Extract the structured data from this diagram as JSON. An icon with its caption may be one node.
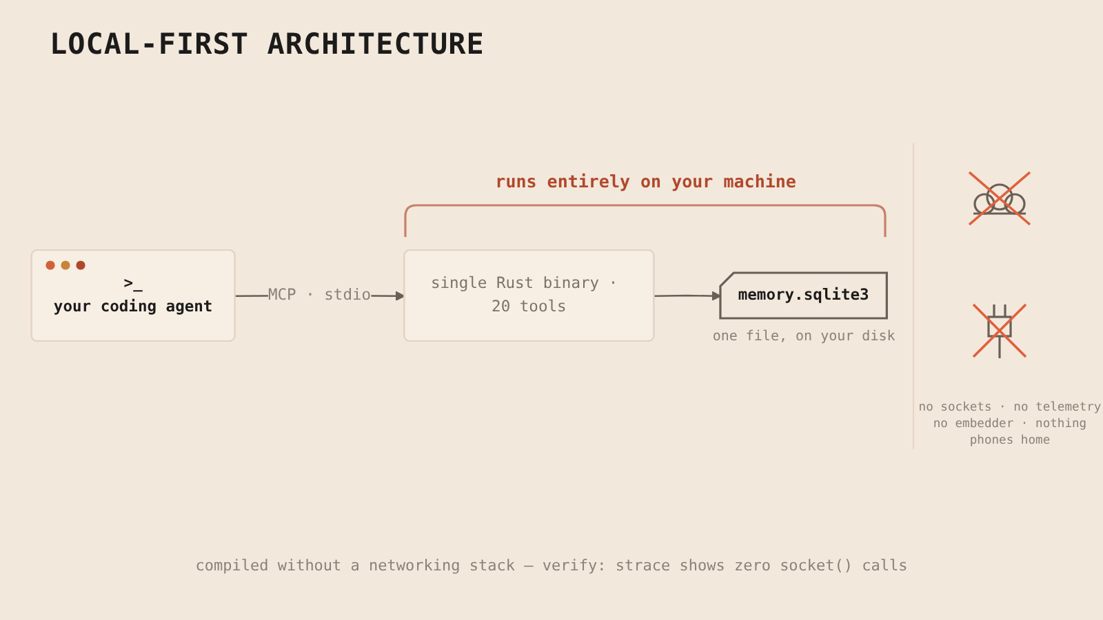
{
  "diagram": {
    "title": "LOCAL-FIRST ARCHITECTURE",
    "caption": "compiled without a networking stack — verify: strace shows zero socket() calls",
    "nodes": [
      {
        "text": [
          ">_",
          "your coding agent"
        ]
      },
      {
        "text": [
          "single Rust binary · 20 tools"
        ]
      },
      {
        "text": [
          "memory.sqlite3"
        ],
        "beside": [
          "one file, on your disk"
        ]
      }
    ],
    "edges": [
      {
        "from": 0,
        "to": 1,
        "arrow": "to",
        "label": "MCP · stdio"
      },
      {
        "from": 1,
        "to": 2,
        "arrow": "to"
      }
    ],
    "labels": [
      "runs entirely on your machine",
      "no sockets · no telemetry no embedder · nothing phones home"
    ]
  }
}
